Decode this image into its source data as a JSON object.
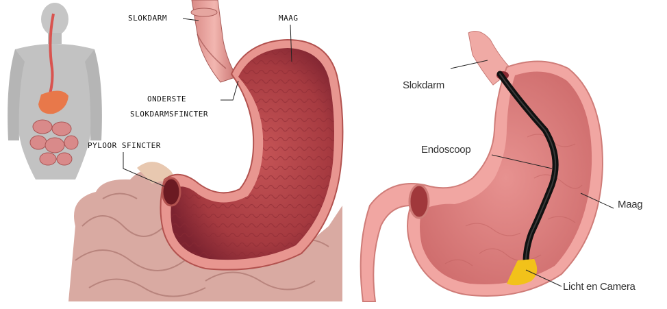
{
  "left_diagram": {
    "labels": {
      "slokdarm": "SLOKDARM",
      "maag": "MAAG",
      "onderste_1": "ONDERSTE",
      "onderste_2": "SLOKDARMSFINCTER",
      "pyloor": "PYLOOR SFINCTER"
    }
  },
  "right_diagram": {
    "labels": {
      "slokdarm": "Slokdarm",
      "endoscoop": "Endoscoop",
      "maag": "Maag",
      "camera": "Licht en Camera"
    }
  },
  "colors": {
    "stomach_wall": "#e88f8f",
    "stomach_inner": "#b8474a",
    "stomach_dark": "#7a2028",
    "intestine": "#d8a8a0",
    "body_skin": "#bdbdbd",
    "endoscope": "#111111",
    "camera_light": "#f2c21a",
    "right_stomach": "#f0a3a0",
    "right_inner": "#d97b7a"
  }
}
